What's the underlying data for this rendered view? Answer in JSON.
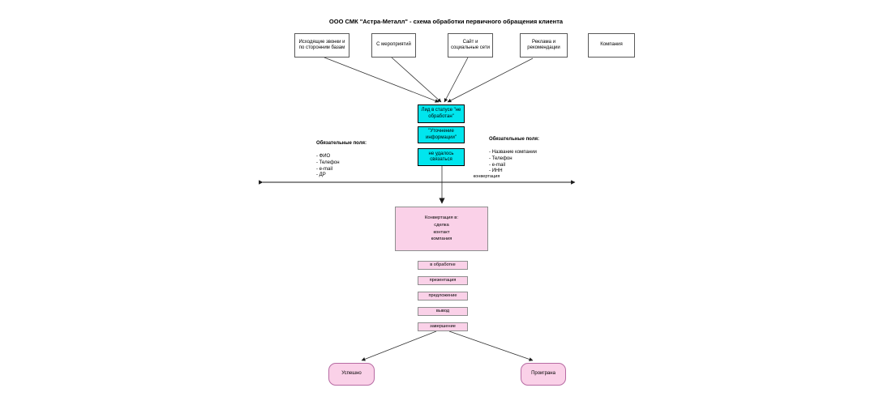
{
  "title": "ООО СМК \"Астра-Металл\" - схема обработки первичного обращения клиента",
  "sources": [
    {
      "label": "Исходящие звонки и по сторонним базам"
    },
    {
      "label": "С мероприятий"
    },
    {
      "label": "Сайт и социальные сети"
    },
    {
      "label": "Реклама и рекомендации"
    },
    {
      "label": "Компания"
    }
  ],
  "lead_stages": [
    {
      "label": "Лид в статусе \"не обработан\""
    },
    {
      "label": "\"Уточнение информации\""
    },
    {
      "label": "не удалось связаться"
    }
  ],
  "required_fields_left": {
    "header": "Обязательные поля:",
    "items": [
      "- ФИО",
      "- Телефон",
      "- e-mail",
      "- ДР"
    ]
  },
  "required_fields_right": {
    "header": "Обязательные поля:",
    "items": [
      "- Название компании",
      "- Телефон",
      "- e-mail",
      "- ИНН"
    ]
  },
  "conversion_axis_label": "конвертация",
  "conversion_box": {
    "lines": [
      "Конвертация в:",
      "сделка",
      "контакт",
      "компания"
    ]
  },
  "deal_stages": [
    {
      "label": "в обработке"
    },
    {
      "label": "презентация"
    },
    {
      "label": "предложение"
    },
    {
      "label": "вывод"
    },
    {
      "label": "завершение"
    }
  ],
  "outcomes": [
    {
      "label": "Успешно"
    },
    {
      "label": "Проиграна"
    }
  ],
  "colors": {
    "lead_fill": "#00e6ee",
    "stage_fill": "#fad1e8",
    "outcome_border": "#b76ba3",
    "box_border": "#595959"
  }
}
